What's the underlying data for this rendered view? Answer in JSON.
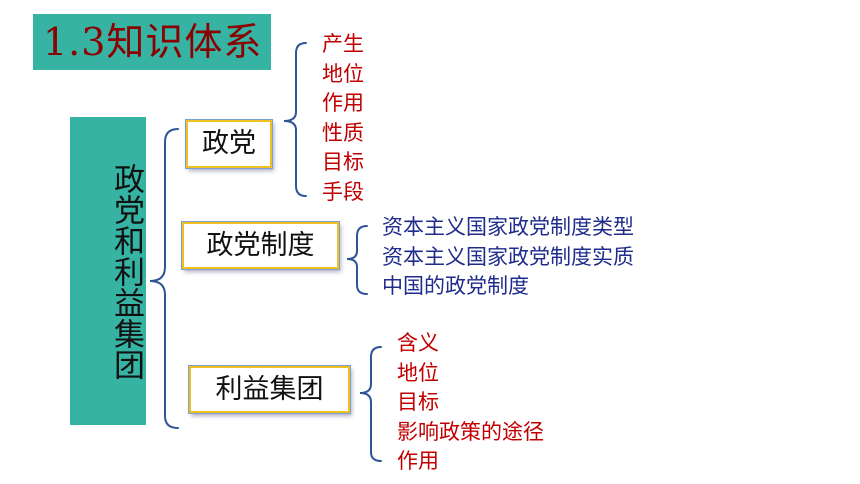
{
  "title": "1.3知识体系",
  "root": "政党和利益集团",
  "categories": [
    {
      "label": "政党",
      "items": [
        "产生",
        "地位",
        "作用",
        "性质",
        "目标",
        "手段"
      ]
    },
    {
      "label": "政党制度",
      "items": [
        "资本主义国家政党制度类型",
        "资本主义国家政党制度实质",
        "中国的政党制度"
      ]
    },
    {
      "label": "利益集团",
      "items": [
        "含义",
        "地位",
        "目标",
        "影响政策的途径",
        "作用"
      ]
    }
  ],
  "colors": {
    "teal": "#37b3a3",
    "title_text": "#8b0000",
    "red_items": "#c00000",
    "blue_items": "#1f2c8c",
    "box_border": "#f0c020",
    "bracket": "#2f5597"
  }
}
